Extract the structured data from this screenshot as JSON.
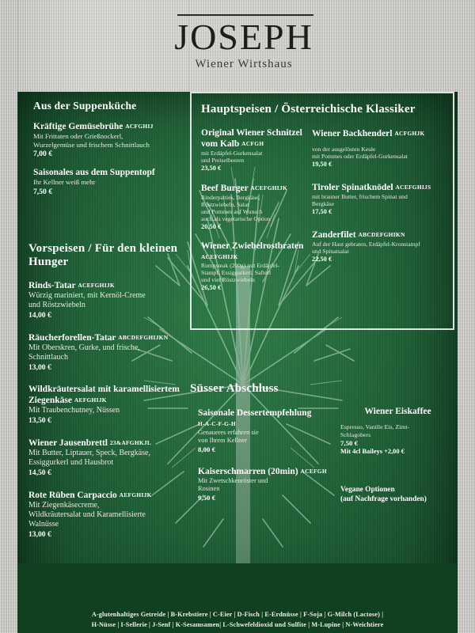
{
  "header": {
    "logo": "JOSEPH",
    "subtitle": "Wiener Wirtshaus"
  },
  "colors": {
    "board_green": "#1d5c34",
    "board_dark": "#10401f",
    "text": "#f2f4ef",
    "wall": "#cfcdca"
  },
  "sections": {
    "soup": {
      "title": "Aus der Suppenküche",
      "items": [
        {
          "name": "Kräftige Gemüsebrühe",
          "allergens": "ACFGHIJ",
          "desc": "Mit Frittaten oder Grießnockerl,\nWurzelgemüse und frischem Schnittlauch",
          "price": "7,00 €"
        },
        {
          "name": "Saisonales aus dem Suppentopf",
          "allergens": "",
          "desc": "Ihr Kellner weiß mehr",
          "price": "7,50 €"
        }
      ]
    },
    "starters": {
      "title": "Vorspeisen / Für den kleinen Hunger",
      "items": [
        {
          "name": "Rinds-Tatar",
          "allergens": "ACEFGHIJK",
          "desc": "Würzig mariniert, mit Kernöl-Creme\nund Röstzwiebeln",
          "price": "14,00 €"
        },
        {
          "name": "Räucherforellen-Tatar",
          "allergens": "ABCDEFGHIJKN",
          "desc": "Mit Oberskren, Gurke, und frische,\nSchnittlauch",
          "price": "13,00 €"
        },
        {
          "name": "Wildkräutersalat mit karamellisiertem Ziegenkäse",
          "allergens": "AEFGHIJK",
          "desc": "Mit Traubenchutney, Nüssen",
          "price": "13,50 €"
        },
        {
          "name": "Wiener Jausenbrettl",
          "allergens": "23&AFGHKJL",
          "desc": "Mit Butter, Liptauer, Speck, Bergkäse,\nEssiggurkerl und Hausbrot",
          "price": "14,50 €"
        },
        {
          "name": "Rote Rüben Carpaccio",
          "allergens": "AEFGHIJK",
          "desc": "Mit Ziegenkäsecreme,\nWildkräutersalat und Karamellisierte\nWalnüsse",
          "price": "13,00 €"
        }
      ]
    },
    "mains": {
      "title": "Hauptspeisen / Österreichische Klassiker",
      "left_items": [
        {
          "name": "Original Wiener Schnitzel vom Kalb",
          "allergens": "ACFGH",
          "desc": "mit Erdäpfel-Gurkensalat\nund Preiselbeeren",
          "price": "23,50 €"
        },
        {
          "name": "Beef Burger",
          "allergens": "ACEFGHIJK",
          "desc": "Rinderpatties, Bergkäse,\nRöstzwiebeln, Salat\nund Pommes auf Wunsch\nauch als vegetarische Option",
          "price": "20,50 €"
        },
        {
          "name": "Wiener Zwiebelrostbraten",
          "allergens": "ACEFGHIJK",
          "desc": "Rumpsteak (200g) mit Erdäpfel-\nStampf, Essiggurkerl, Safterl\nund viel Röstzwiebeln",
          "price": "26,50 €"
        }
      ],
      "right_items": [
        {
          "name": "Wiener Backhenderl",
          "allergens": "ACFGHJK",
          "desc": "von der ausgelösten Keule\nmit Pommes oder Erdäpfel-Gurkensalat",
          "price": "19,50 €"
        },
        {
          "name": "Tiroler Spinatknödel",
          "allergens": "ACEFGHIJS",
          "desc": "mit brauner Butter, frischem Spinat und\nBergkäse",
          "price": "17,50 €"
        },
        {
          "name": "Zanderfilet",
          "allergens": "ABCDEFGHIKN",
          "desc": "Auf der Haut gebraten, Erdäpfel-Kronstampf\nund Spinatsalat",
          "price": "22,50 €"
        }
      ]
    },
    "dessert": {
      "title": "Süsser Abschluss",
      "items": [
        {
          "name": "Saisonale Dessertempfehlung",
          "allergens": "H-A-C-F-G-H",
          "desc": "Genaueres erfahren sie\nvon Ihrem Kellner",
          "price": "8,00 €"
        },
        {
          "name": "Kaiserschmarren (20min)",
          "allergens": "ACEFGH",
          "desc": "Mit Zwetschkenröster und\nRosinen",
          "price": "9,50 €"
        }
      ],
      "coffee": {
        "name": "Wiener Eiskaffee",
        "desc": "Espresso, Vanille Eis, Zimt-\nSchlagobers",
        "price": "7,50 €",
        "extra": "Mit 4cl Baileys +2,00 €"
      },
      "vegan": "Vegane Optionen\n(auf Nachfrage vorhanden)"
    }
  },
  "legend": {
    "line1": "A-glutenhaltiges Getreide  |  B-Krebstiere  |  C-Eier  |  D-Fisch  |  E-Erdnüsse  |  F-Soja  |  G-Milch (Lactose)  |",
    "line2": "H-Nüsse  |  I-Sellerie  |  J-Senf  |  K-Sesamsamen|  L-Schwefeldioxid und Sulfite  |  M-Lupine  |  N-Weichtiere"
  }
}
